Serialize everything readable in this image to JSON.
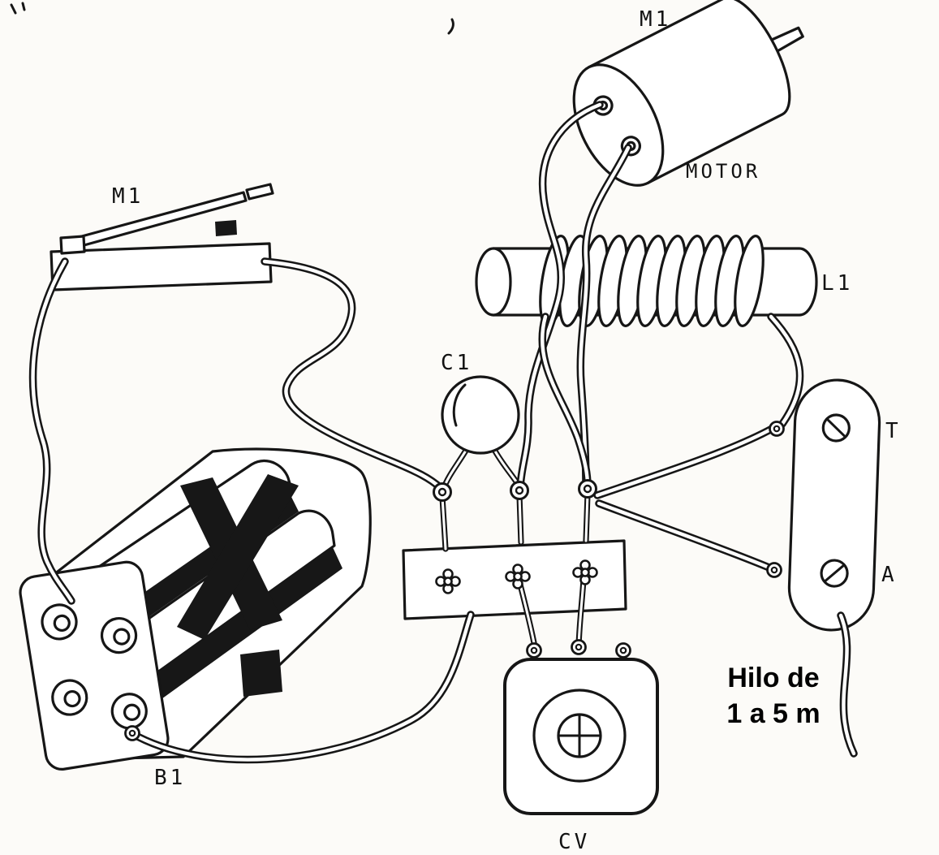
{
  "diagram": {
    "kind": "hand-drawn wiring pictorial",
    "background_color": "#fcfbf8",
    "ink_color": "#161616",
    "components": {
      "motor": {
        "ref": "M1",
        "caption": "MOTOR"
      },
      "switch": {
        "ref": "M1"
      },
      "coil": {
        "ref": "L1"
      },
      "capacitor": {
        "ref": "C1"
      },
      "battery": {
        "ref": "B1"
      },
      "variable_capacitor": {
        "ref": "CV"
      },
      "terminal_strip": {
        "t": "T",
        "a": "A"
      },
      "antenna_note": {
        "line1": "Hilo de",
        "line2": "1 a 5 m"
      }
    }
  }
}
